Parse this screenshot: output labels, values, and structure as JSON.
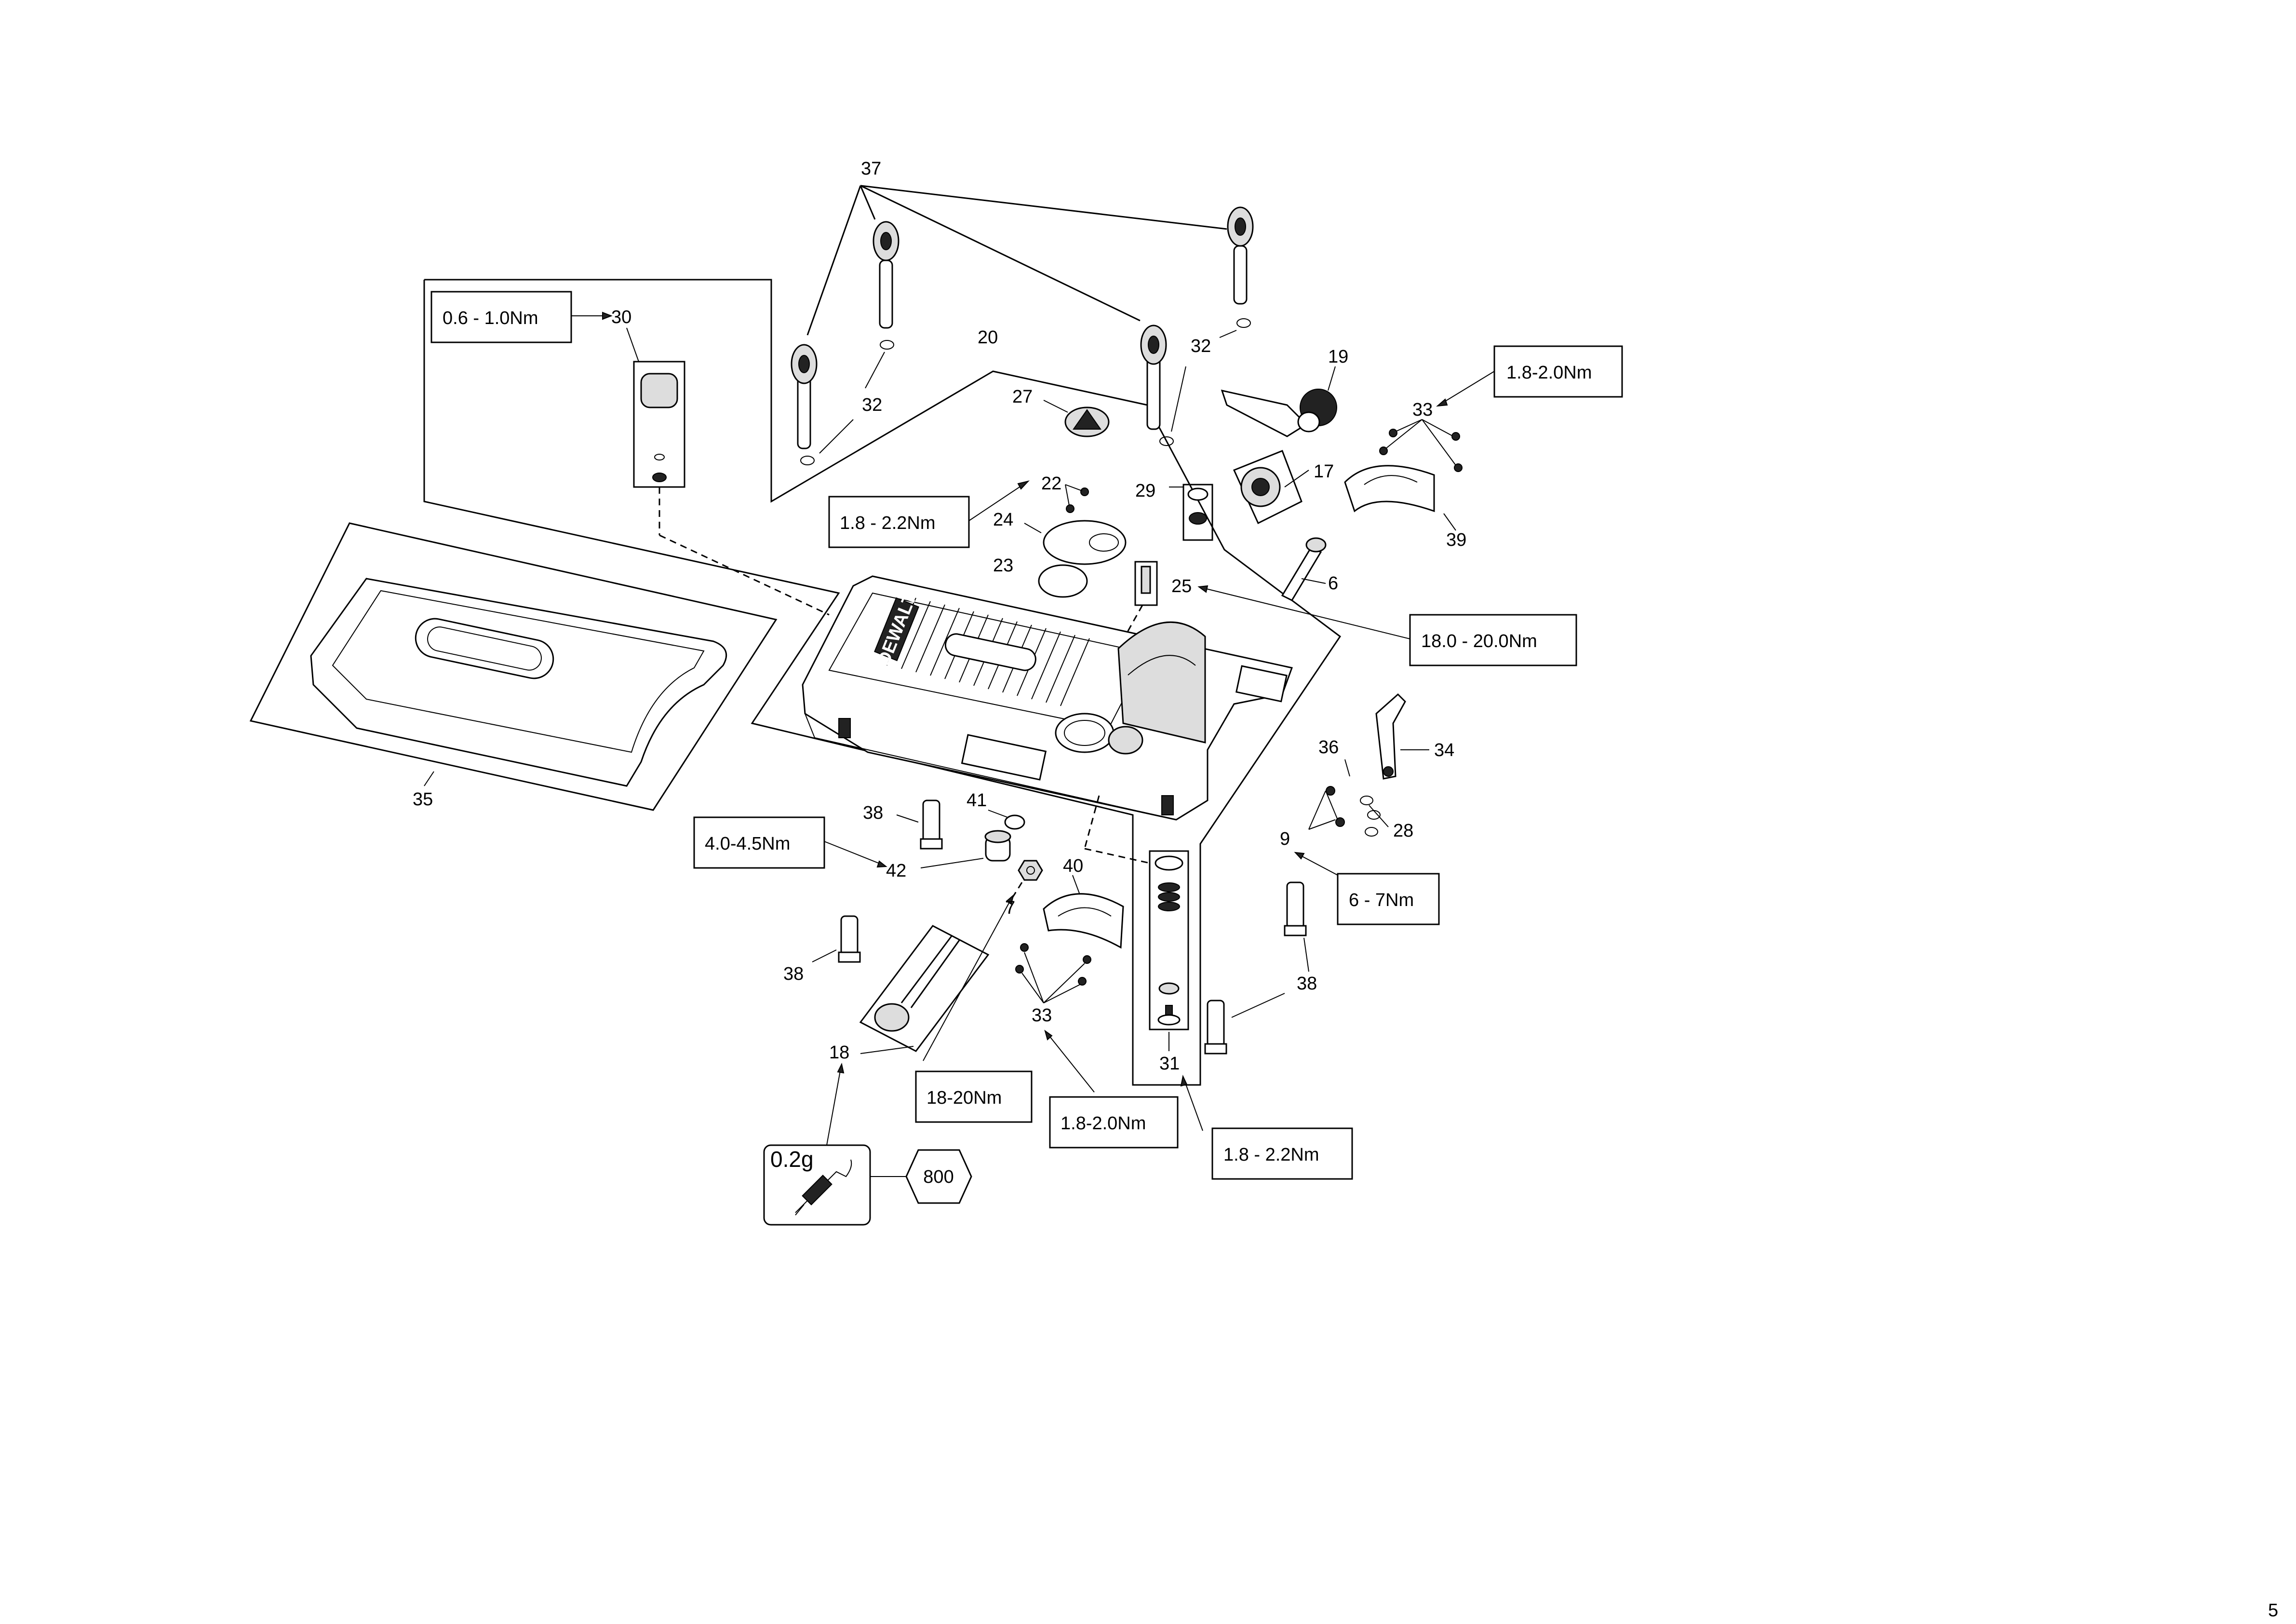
{
  "part_labels": {
    "p37": "37",
    "p30": "30",
    "p20": "20",
    "p32a": "32",
    "p32b": "32",
    "p27": "27",
    "p19": "19",
    "p33a": "33",
    "p17": "17",
    "p22": "22",
    "p29": "29",
    "p24": "24",
    "p23": "23",
    "p25": "25",
    "p6": "6",
    "p39": "39",
    "p35": "35",
    "p36": "36",
    "p34": "34",
    "p28": "28",
    "p9": "9",
    "p38a": "38",
    "p41": "41",
    "p42": "42",
    "p40": "40",
    "p7": "7",
    "p38b": "38",
    "p38c": "38",
    "p33b": "33",
    "p31": "31",
    "p18": "18"
  },
  "torque_specs": {
    "t30": "0.6 - 1.0Nm",
    "t33": "1.8-2.0Nm",
    "t22": "1.8 - 2.2Nm",
    "t25": "18.0 - 20.0Nm",
    "t42": "4.0-4.5Nm",
    "t9": "6 - 7Nm",
    "t7": "18-20Nm",
    "t33b": "1.8-2.0Nm",
    "t31": "1.8 - 2.2Nm"
  },
  "grease": {
    "amount": "0.2g",
    "code": "800"
  },
  "brand_logo": "DEWALT",
  "page_number": "5"
}
